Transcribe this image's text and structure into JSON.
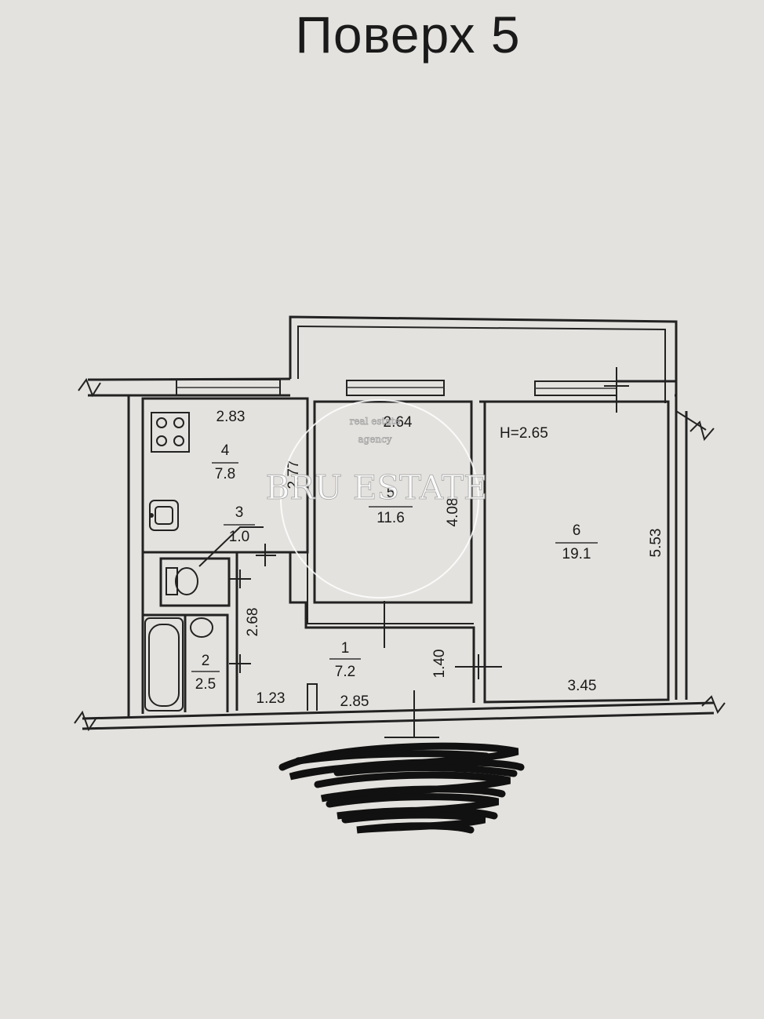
{
  "title": "Поверх 5",
  "ceiling_height": "H=2.65",
  "rooms": [
    {
      "number": "1",
      "area": "7.2"
    },
    {
      "number": "2",
      "area": "2.5"
    },
    {
      "number": "3",
      "area": "1.0"
    },
    {
      "number": "4",
      "area": "7.8"
    },
    {
      "number": "5",
      "area": "11.6"
    },
    {
      "number": "6",
      "area": "19.1"
    }
  ],
  "dimensions": {
    "kitchen_width": "2.83",
    "kitchen_depth": "2.77",
    "room5_width": "2.64",
    "room5_depth": "4.08",
    "room6_depth": "5.53",
    "room6_width": "3.45",
    "hall_depth": "2.68",
    "hall_width_left": "1.23",
    "hall_width_right": "2.85",
    "corridor_depth": "1.40"
  },
  "watermark": {
    "brand": "BRU ESTATE",
    "tagline_1": "real estate",
    "tagline_2": "agency"
  }
}
